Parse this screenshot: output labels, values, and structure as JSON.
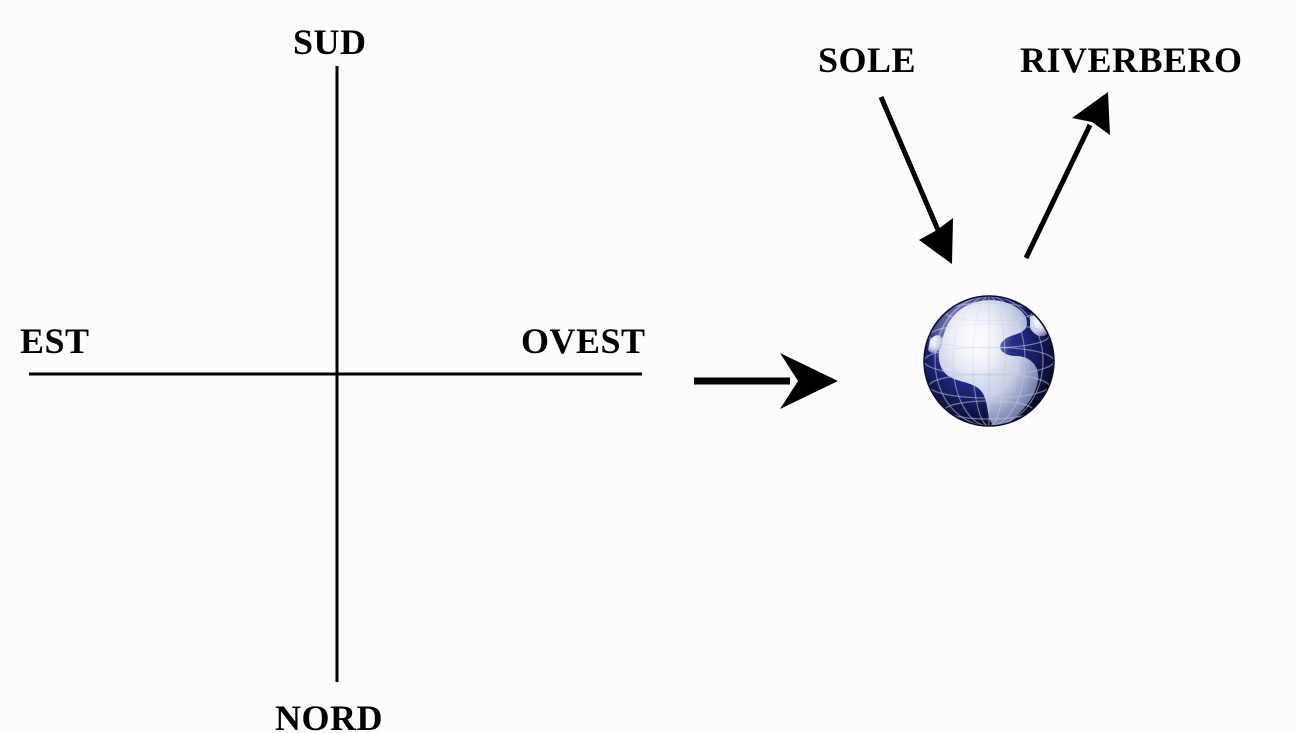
{
  "compass": {
    "north": "NORD",
    "south": "SUD",
    "east": "EST",
    "west": "OVEST"
  },
  "rays": {
    "incoming": "SOLE",
    "outgoing": "RIVERBERO"
  },
  "colors": {
    "background": "#fcfcfc",
    "ink": "#000000",
    "globe_ocean": "#1c1f6e",
    "globe_land": "#e8ecf4"
  },
  "icons": [
    "earth-globe-icon"
  ]
}
